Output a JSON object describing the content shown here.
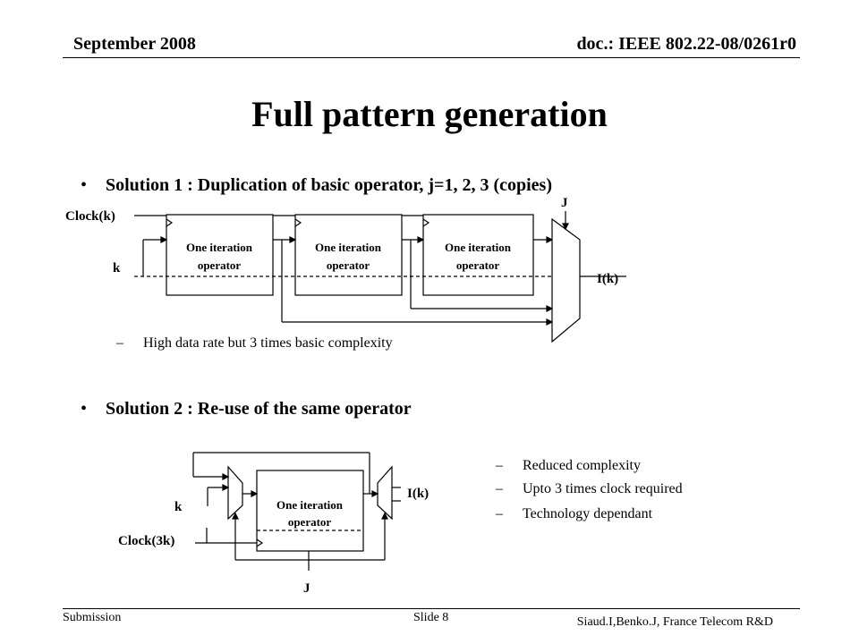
{
  "header": {
    "date": "September 2008",
    "doc_id": "doc.: IEEE 802.22-08/0261r0"
  },
  "slide": {
    "title": "Full pattern generation"
  },
  "solution1": {
    "bullet": "Solution 1 : Duplication of basic operator, j=1, 2, 3 (copies)",
    "sub_bullets": [
      "High data rate but 3 times basic complexity"
    ],
    "diagram": {
      "clock_label": "Clock(k)",
      "input_label": "k",
      "select_label": "J",
      "output_label": "I(k)",
      "blocks": [
        {
          "line1": "One iteration",
          "line2": "operator"
        },
        {
          "line1": "One iteration",
          "line2": "operator"
        },
        {
          "line1": "One iteration",
          "line2": "operator"
        }
      ]
    }
  },
  "solution2": {
    "bullet": "Solution 2 : Re-use of the same operator",
    "sub_bullets": [
      "Reduced complexity",
      "Upto 3 times clock required",
      "Technology dependant"
    ],
    "diagram": {
      "input_label": "k",
      "clock_label": "Clock(3k)",
      "select_label": "J",
      "output_label": "I(k)",
      "block": {
        "line1": "One iteration",
        "line2": "operator"
      }
    }
  },
  "footer": {
    "left": "Submission",
    "center": "Slide 8",
    "right": "Siaud.I,Benko.J,  France Telecom  R&D"
  }
}
